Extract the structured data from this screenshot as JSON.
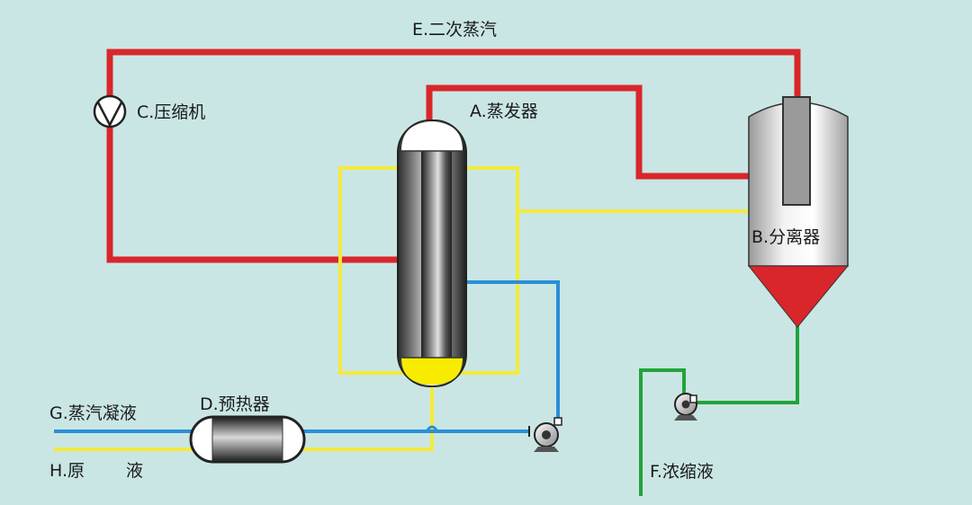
{
  "labels": {
    "secondary_steam": "E.二次蒸汽",
    "compressor": "C.压缩机",
    "evaporator": "A.蒸发器",
    "separator": "B.分离器",
    "condensate": "G.蒸汽凝液",
    "preheater": "D.预热器",
    "raw_liquid_letter": "H.原",
    "raw_liquid_char": "液",
    "concentrate": "F.浓缩液"
  },
  "colors": {
    "background": "#c9e6e4",
    "steam_line": "#d9262a",
    "feed_line": "#f5ea3a",
    "condensate_line": "#2a8fd6",
    "concentrate_line": "#23a33a",
    "separator_cone": "#d9262a",
    "evaporator_bottom": "#f7ec00"
  },
  "icons": {
    "compressor": "compressor-symbol",
    "pump": "centrifugal-pump-symbol"
  }
}
